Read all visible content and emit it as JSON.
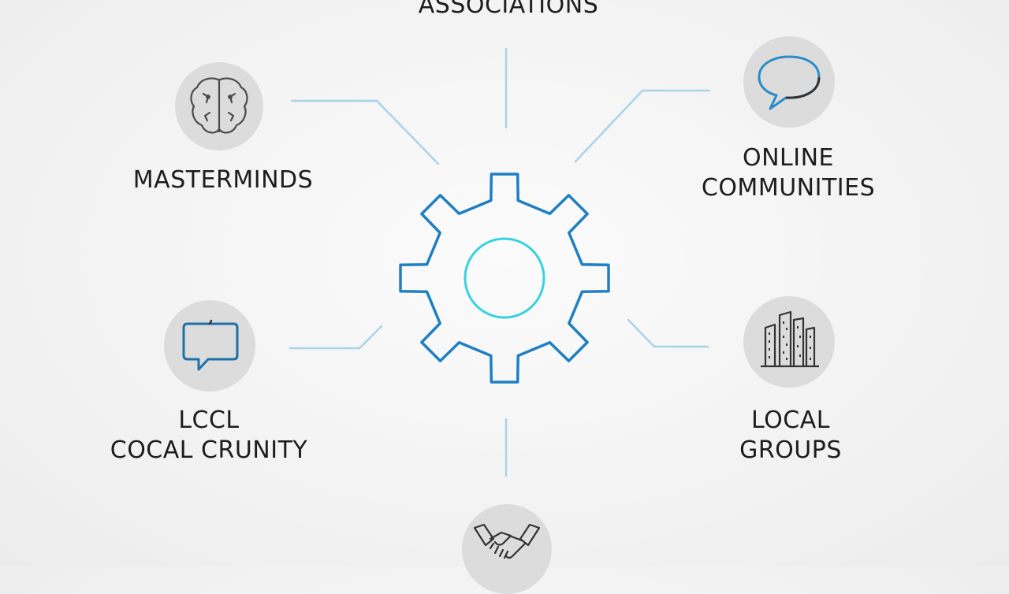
{
  "diagram": {
    "center": {
      "icon": "gear-icon"
    },
    "nodes": [
      {
        "id": "associations",
        "lines": [
          "ASSOCIATIONS"
        ],
        "icon": null
      },
      {
        "id": "masterminds",
        "lines": [
          "MASTERMINDS"
        ],
        "icon": "brain-icon"
      },
      {
        "id": "online-communities",
        "lines": [
          "ONLINE",
          "COMMUNITIES"
        ],
        "icon": "speech-bubble-icon"
      },
      {
        "id": "local-county",
        "lines": [
          "LCCL",
          "COCAL CRUNITY"
        ],
        "icon": "chat-bubble-icon"
      },
      {
        "id": "local-groups",
        "lines": [
          "LOCAL",
          "GROUPS"
        ],
        "icon": "buildings-icon"
      },
      {
        "id": "partnerships",
        "lines": [],
        "icon": "handshake-icon"
      }
    ],
    "colors": {
      "gear_outline": "#1f7fc4",
      "gear_inner_ring": "#35d2e0",
      "connector": "#a9d3e8",
      "icon_circle": "#dcdcdc",
      "icon_stroke": "#4a4a4a",
      "accent_blue": "#2a8cc7",
      "text": "#1d1d1d"
    }
  }
}
